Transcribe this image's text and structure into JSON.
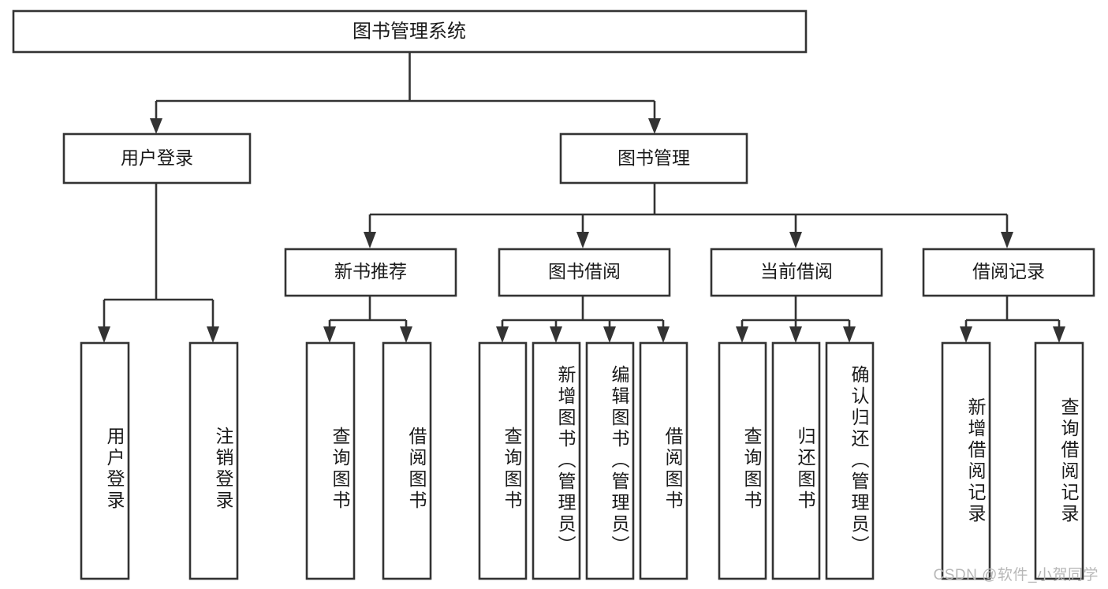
{
  "diagram": {
    "type": "tree-hierarchy",
    "title": "图书管理系统",
    "watermark": "CSDN @软件_小贺同学",
    "colors": {
      "box_stroke": "#333333",
      "box_fill": "#ffffff",
      "text": "#1a1a1a",
      "background": "#ffffff",
      "watermark": "#b8b8b8"
    },
    "levels": {
      "root": "图书管理系统",
      "level2": [
        "用户登录",
        "图书管理"
      ],
      "level3": [
        "新书推荐",
        "图书借阅",
        "当前借阅",
        "借阅记录"
      ]
    },
    "nodes": {
      "root": {
        "label": "图书管理系统"
      },
      "user_login": {
        "label": "用户登录"
      },
      "book_manage": {
        "label": "图书管理"
      },
      "new_book_rec": {
        "label": "新书推荐"
      },
      "book_borrow": {
        "label": "图书借阅"
      },
      "current_borrow": {
        "label": "当前借阅"
      },
      "borrow_record": {
        "label": "借阅记录"
      }
    },
    "leaves": {
      "user_login": [
        "用户登录",
        "注销登录"
      ],
      "new_book_rec": [
        "查询图书",
        "借阅图书"
      ],
      "book_borrow": [
        "查询图书",
        "新增图书（管理员）",
        "编辑图书（管理员）",
        "借阅图书"
      ],
      "current_borrow": [
        "查询图书",
        "归还图书",
        "确认归还（管理员）"
      ],
      "borrow_record": [
        "新增借阅记录",
        "查询借阅记录"
      ]
    },
    "edges": [
      {
        "from": "图书管理系统",
        "to": "用户登录"
      },
      {
        "from": "图书管理系统",
        "to": "图书管理"
      },
      {
        "from": "图书管理",
        "to": "新书推荐"
      },
      {
        "from": "图书管理",
        "to": "图书借阅"
      },
      {
        "from": "图书管理",
        "to": "当前借阅"
      },
      {
        "from": "图书管理",
        "to": "借阅记录"
      },
      {
        "from": "用户登录",
        "to": "用户登录"
      },
      {
        "from": "用户登录",
        "to": "注销登录"
      },
      {
        "from": "新书推荐",
        "to": "查询图书"
      },
      {
        "from": "新书推荐",
        "to": "借阅图书"
      },
      {
        "from": "图书借阅",
        "to": "查询图书"
      },
      {
        "from": "图书借阅",
        "to": "新增图书（管理员）"
      },
      {
        "from": "图书借阅",
        "to": "编辑图书（管理员）"
      },
      {
        "from": "图书借阅",
        "to": "借阅图书"
      },
      {
        "from": "当前借阅",
        "to": "查询图书"
      },
      {
        "from": "当前借阅",
        "to": "归还图书"
      },
      {
        "from": "当前借阅",
        "to": "确认归还（管理员）"
      },
      {
        "from": "借阅记录",
        "to": "新增借阅记录"
      },
      {
        "from": "借阅记录",
        "to": "查询借阅记录"
      }
    ]
  }
}
